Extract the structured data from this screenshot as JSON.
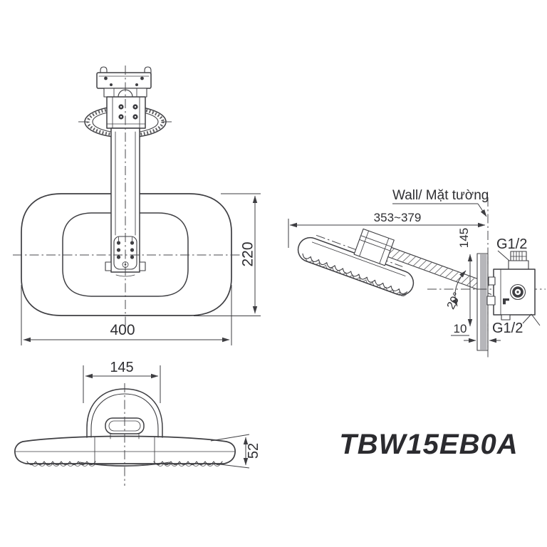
{
  "model_label": "TBW15EB0A",
  "top_view": {
    "width_dim": "400",
    "depth_dim": "220"
  },
  "side_view": {
    "wall_label": "Wall/ Mặt tường",
    "reach_dim": "353~379",
    "height_dim": "145",
    "plate_thickness_dim": "10",
    "angle_label": "20°",
    "thread_top_label": "G1/2",
    "thread_bottom_label": "G1/2"
  },
  "front_view": {
    "hub_width_dim": "145",
    "thickness_dim": "52"
  },
  "colors": {
    "line": "#3e3e42",
    "text": "#2e2e32",
    "plate_fill": "#b6b6ba",
    "background": "#ffffff"
  }
}
